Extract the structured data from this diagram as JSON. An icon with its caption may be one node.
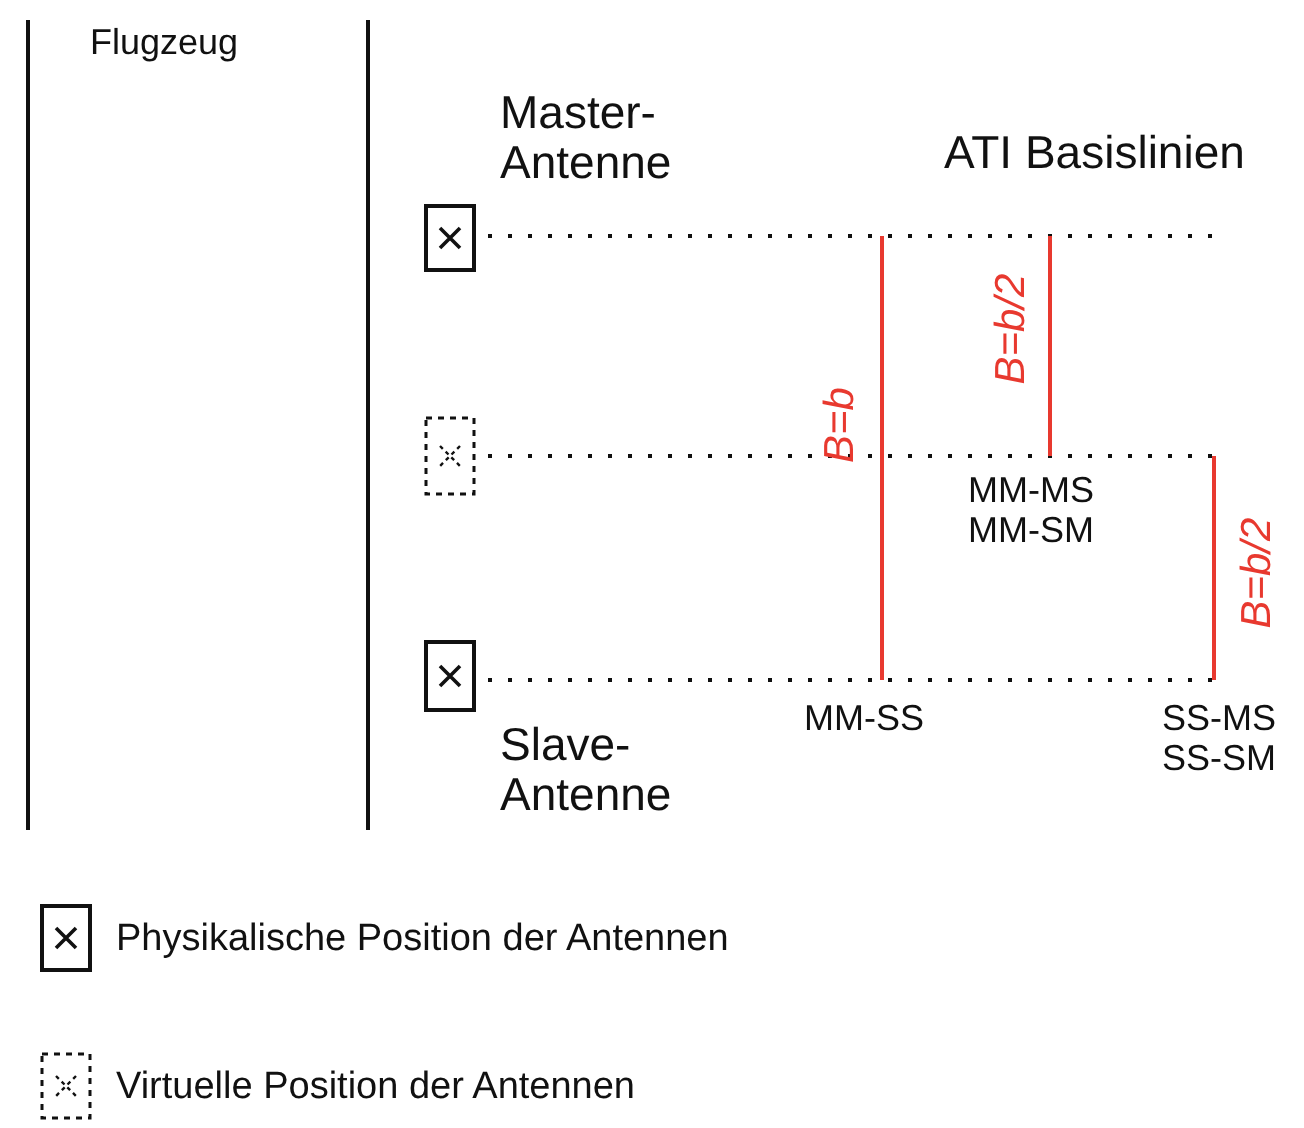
{
  "diagram": {
    "nodes": [
      {
        "text": [],
        "shape": "box",
        "beside": [
          "Master-Antenne"
        ]
      },
      {
        "text": [],
        "shape": "box"
      },
      {
        "text": [],
        "shape": "box",
        "beside": [
          "Slave-Antenne"
        ]
      }
    ],
    "edges": [],
    "labels": [
      "Flugzeug",
      "ATI Basislinien",
      "B=b/2",
      "B=b",
      "MM-MS MM-SM",
      "B=b/2",
      "MM-SS",
      "SS-MS SS-SM"
    ],
    "legend": [
      {
        "text": "Physikalische Position der Antennen"
      },
      {
        "text": "Virtuelle Position der Antennen"
      }
    ]
  }
}
